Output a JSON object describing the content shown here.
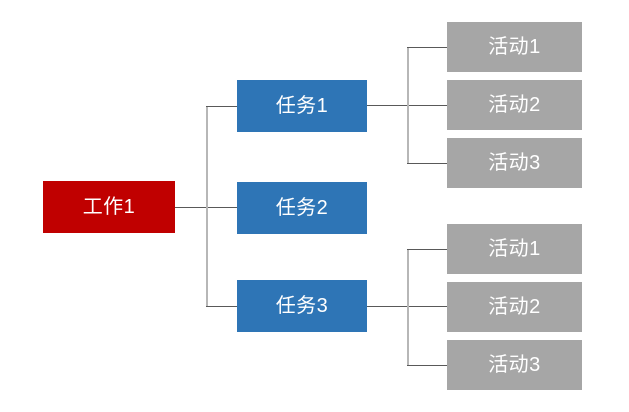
{
  "diagram": {
    "type": "hierarchy-tree",
    "root": {
      "label": "工作1"
    },
    "tasks": [
      {
        "label": "任务1",
        "has_children": true
      },
      {
        "label": "任务2",
        "has_children": false
      },
      {
        "label": "任务3",
        "has_children": true
      }
    ],
    "activity_groups": [
      {
        "parent": "任务1",
        "items": [
          {
            "label": "活动1"
          },
          {
            "label": "活动2"
          },
          {
            "label": "活动3"
          }
        ]
      },
      {
        "parent": "任务3",
        "items": [
          {
            "label": "活动1"
          },
          {
            "label": "活动2"
          },
          {
            "label": "活动3"
          }
        ]
      }
    ],
    "colors": {
      "root_fill": "#C00000",
      "task_fill": "#2E75B6",
      "activity_fill": "#A6A6A6",
      "label_text": "#FFFFFF",
      "connector_horizontal": "#595959",
      "connector_vertical": "#B7B7B7",
      "background": "#FFFFFF"
    }
  }
}
